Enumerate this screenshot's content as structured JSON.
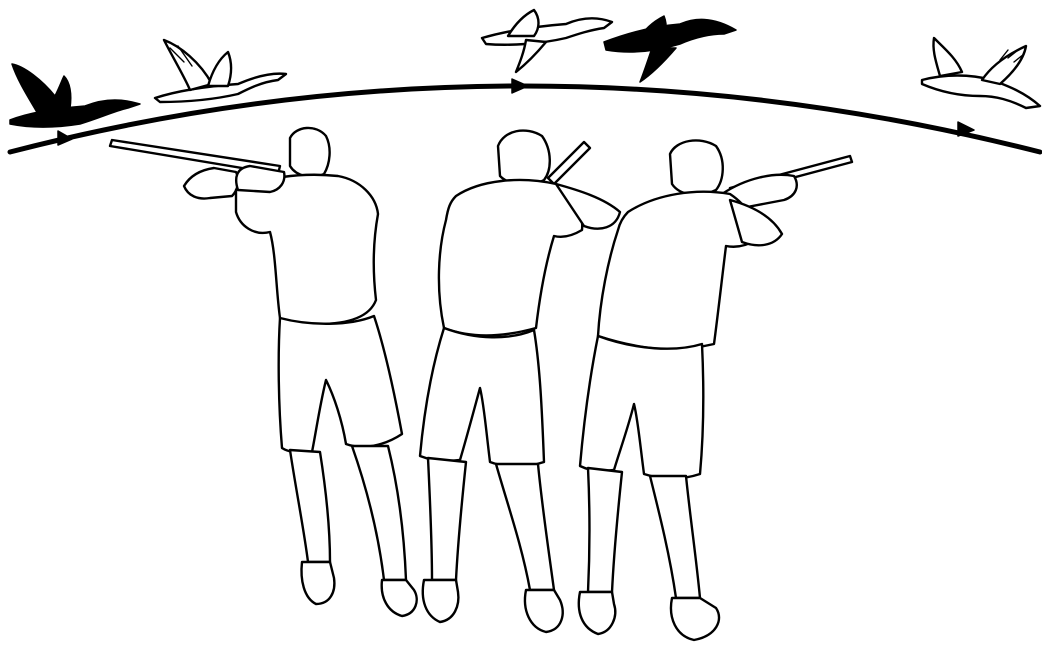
{
  "illustration": {
    "colors": {
      "ink": "#000000",
      "paper": "#ffffff"
    },
    "flight_path": {
      "arrows": 3
    },
    "birds": [
      {
        "fill": "solid",
        "pose": "wings-up"
      },
      {
        "fill": "outline",
        "pose": "wings-up"
      },
      {
        "fill": "outline",
        "pose": "gliding"
      },
      {
        "fill": "solid",
        "pose": "gliding"
      },
      {
        "fill": "outline",
        "pose": "falling"
      }
    ],
    "shooters": [
      {
        "stance": "aiming-left"
      },
      {
        "stance": "aiming-center"
      },
      {
        "stance": "aiming-right"
      }
    ]
  }
}
